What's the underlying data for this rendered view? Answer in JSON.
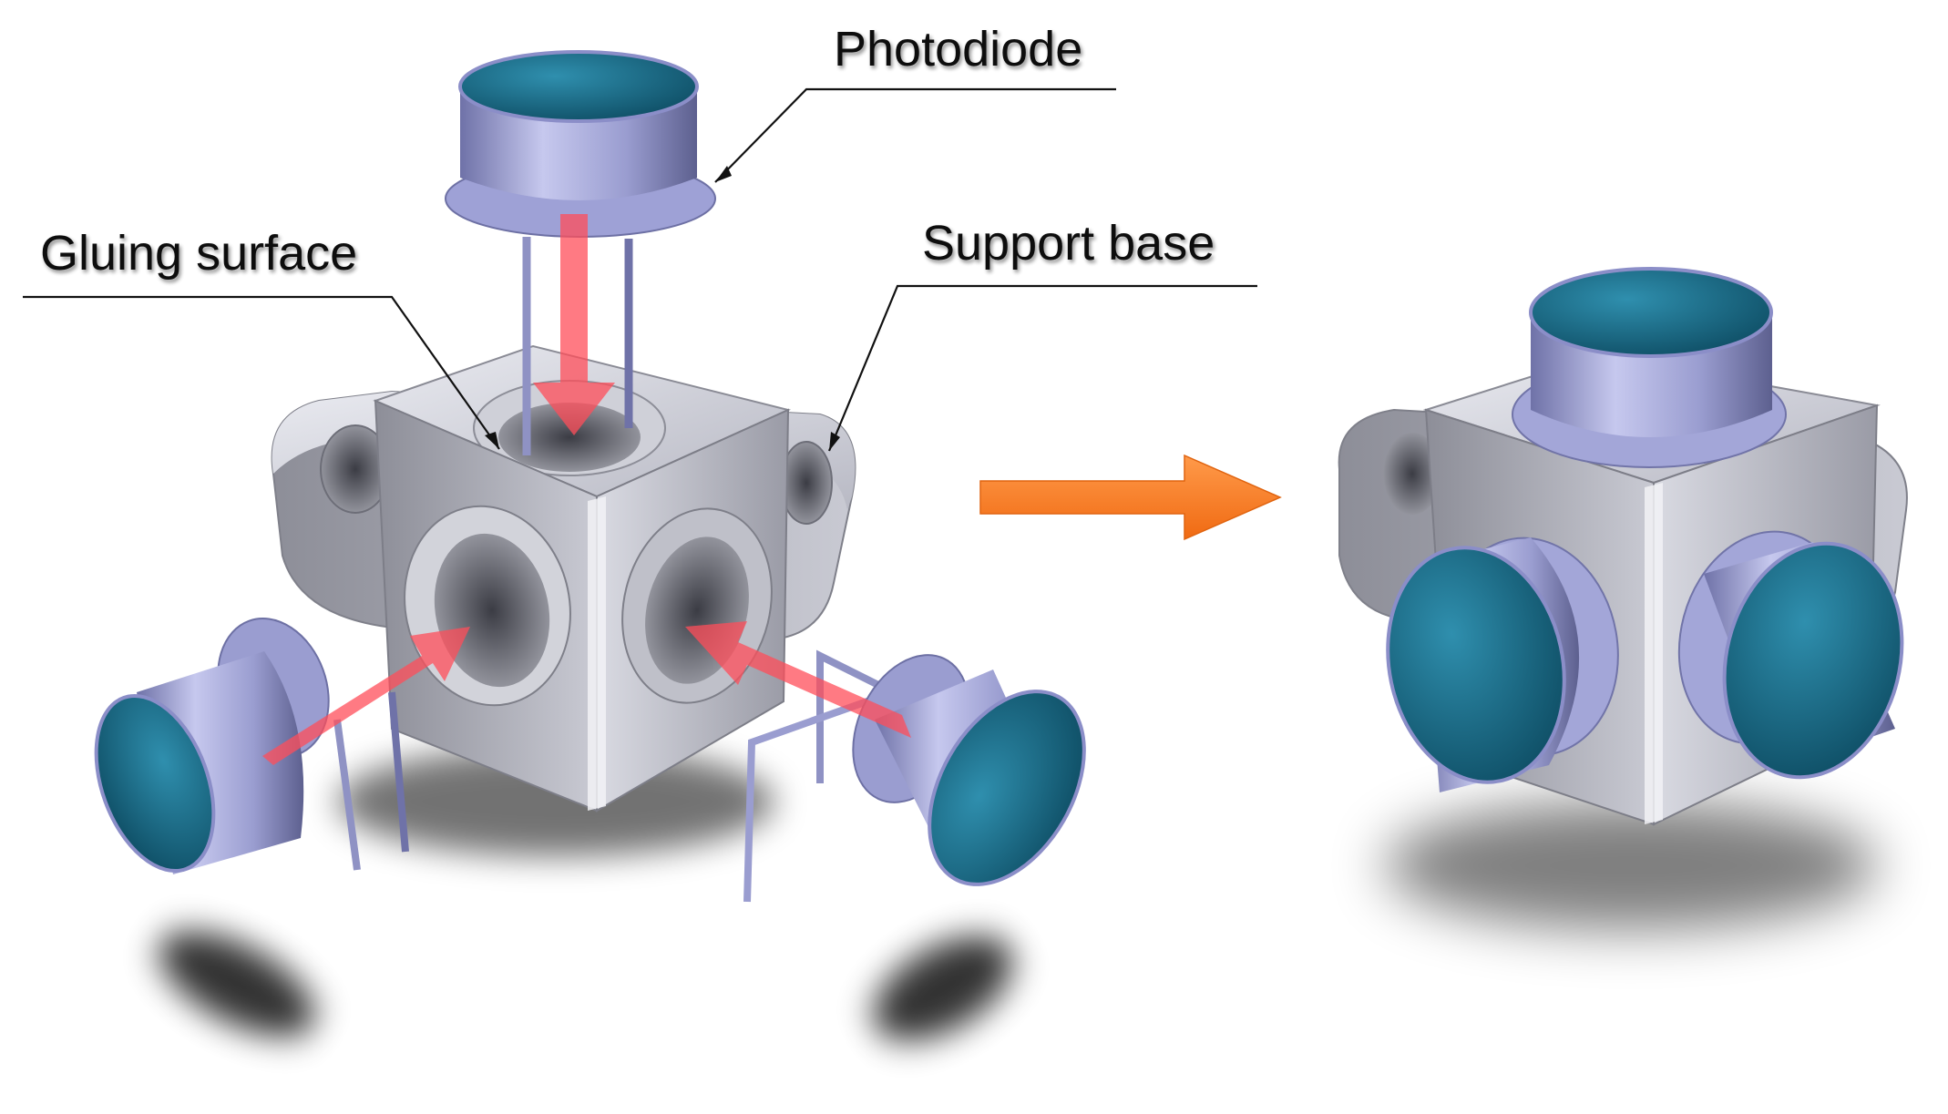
{
  "labels": {
    "photodiode": "Photodiode",
    "gluing_surface": "Gluing surface",
    "support_base": "Support base"
  },
  "colors": {
    "diode_window": "#1f6f8b",
    "diode_can": "#a9acd6",
    "metal": "#c8c9d2",
    "insertion_arrow": "#ff4d5a",
    "transition_arrow": "#ff7f27",
    "leader_line": "#111111"
  },
  "icons": {
    "insertion_arrows": "red-arrow-icon",
    "transition_arrow": "orange-arrow-icon"
  }
}
